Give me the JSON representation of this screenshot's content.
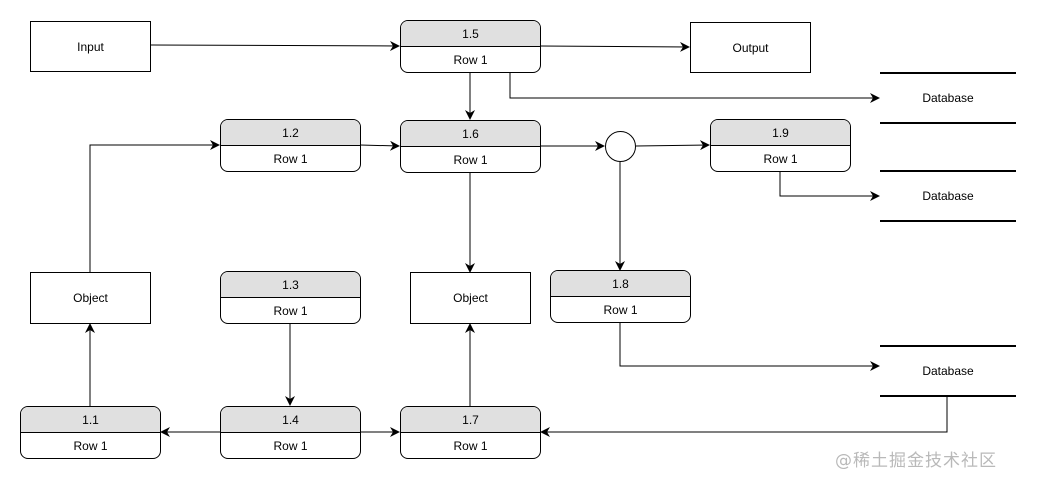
{
  "nodes": {
    "input": "Input",
    "output": "Output",
    "object_left": "Object",
    "object_mid": "Object",
    "db1": "Database",
    "db2": "Database",
    "db3": "Database",
    "p11": {
      "title": "1.1",
      "row": "Row 1"
    },
    "p12": {
      "title": "1.2",
      "row": "Row 1"
    },
    "p13": {
      "title": "1.3",
      "row": "Row 1"
    },
    "p14": {
      "title": "1.4",
      "row": "Row 1"
    },
    "p15": {
      "title": "1.5",
      "row": "Row 1"
    },
    "p16": {
      "title": "1.6",
      "row": "Row 1"
    },
    "p17": {
      "title": "1.7",
      "row": "Row 1"
    },
    "p18": {
      "title": "1.8",
      "row": "Row 1"
    },
    "p19": {
      "title": "1.9",
      "row": "Row 1"
    }
  },
  "watermark": "@稀土掘金技术社区"
}
